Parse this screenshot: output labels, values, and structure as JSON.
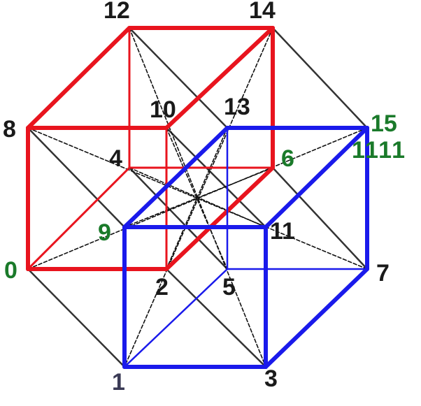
{
  "diagram": {
    "vertices": [
      "0",
      "1",
      "2",
      "3",
      "4",
      "5",
      "6",
      "7",
      "8",
      "9",
      "10",
      "11",
      "12",
      "13",
      "14",
      "15"
    ],
    "binary_label": "1111",
    "colors": {
      "red": "#e8141e",
      "blue": "#1a1aeb",
      "black": "#1a1a1a",
      "green": "#1a7a2a",
      "slate": "#3a3a55"
    },
    "red_cube_edges": [
      [
        12,
        14
      ],
      [
        12,
        8
      ],
      [
        8,
        10
      ],
      [
        10,
        14
      ],
      [
        12,
        4
      ],
      [
        14,
        6
      ],
      [
        4,
        6
      ],
      [
        8,
        0
      ],
      [
        10,
        2
      ],
      [
        0,
        2
      ],
      [
        2,
        6
      ],
      [
        0,
        4
      ]
    ],
    "blue_cube_edges": [
      [
        13,
        15
      ],
      [
        15,
        7
      ],
      [
        9,
        11
      ],
      [
        11,
        3
      ],
      [
        3,
        1
      ],
      [
        1,
        9
      ],
      [
        9,
        13
      ],
      [
        11,
        15
      ],
      [
        3,
        7
      ],
      [
        13,
        5
      ],
      [
        5,
        7
      ],
      [
        1,
        5
      ]
    ],
    "connecting_edges": [
      [
        12,
        13
      ],
      [
        14,
        15
      ],
      [
        8,
        9
      ],
      [
        10,
        11
      ],
      [
        0,
        1
      ],
      [
        2,
        3
      ],
      [
        4,
        5
      ],
      [
        6,
        7
      ]
    ],
    "diagonals": [
      [
        12,
        3
      ],
      [
        14,
        1
      ],
      [
        8,
        7
      ],
      [
        15,
        0
      ],
      [
        10,
        5
      ],
      [
        13,
        2
      ],
      [
        4,
        11
      ],
      [
        6,
        9
      ]
    ],
    "green_labels": [
      "0",
      "9",
      "6",
      "15"
    ],
    "slate_labels": [
      "1"
    ]
  }
}
